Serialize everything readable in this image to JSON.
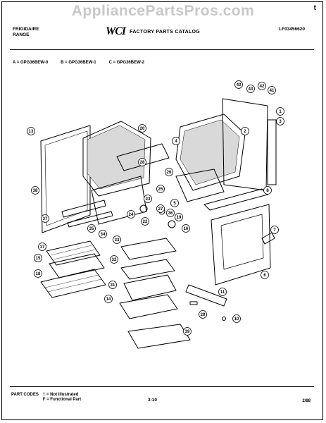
{
  "watermark": "AppliancePartsPros.com",
  "corner_mark": "t",
  "header": {
    "brand_line1": "FRIGIDAIRE",
    "brand_line2": "RANGE",
    "logo": "WCI",
    "catalog_title": "FACTORY PARTS CATALOG",
    "part_number": "LF03456620"
  },
  "models": [
    {
      "code": "A",
      "model": "GPG36BEW-0"
    },
    {
      "code": "B",
      "model": "GPG36BEW-1"
    },
    {
      "code": "C",
      "model": "GPG36BEW-2"
    }
  ],
  "models_text": [
    "A = GPG36BEW-0",
    "B = GPG36BEW-1",
    "C = GPG36BEW-2"
  ],
  "callouts": [
    "40",
    "43",
    "42",
    "41",
    "1",
    "3",
    "13",
    "20",
    "2",
    "4",
    "28",
    "25",
    "26",
    "5",
    "8",
    "38",
    "23",
    "37",
    "27",
    "36",
    "19",
    "22",
    "16",
    "24",
    "35",
    "34",
    "7",
    "33",
    "6",
    "17",
    "32",
    "15",
    "18",
    "31",
    "14",
    "11",
    "29",
    "10",
    "39"
  ],
  "footer": {
    "codes_label": "PART CODES",
    "code_line1": "† = Not Illustrated",
    "code_line2": "F = Functional Part",
    "page": "3-10",
    "date": "2/88"
  }
}
